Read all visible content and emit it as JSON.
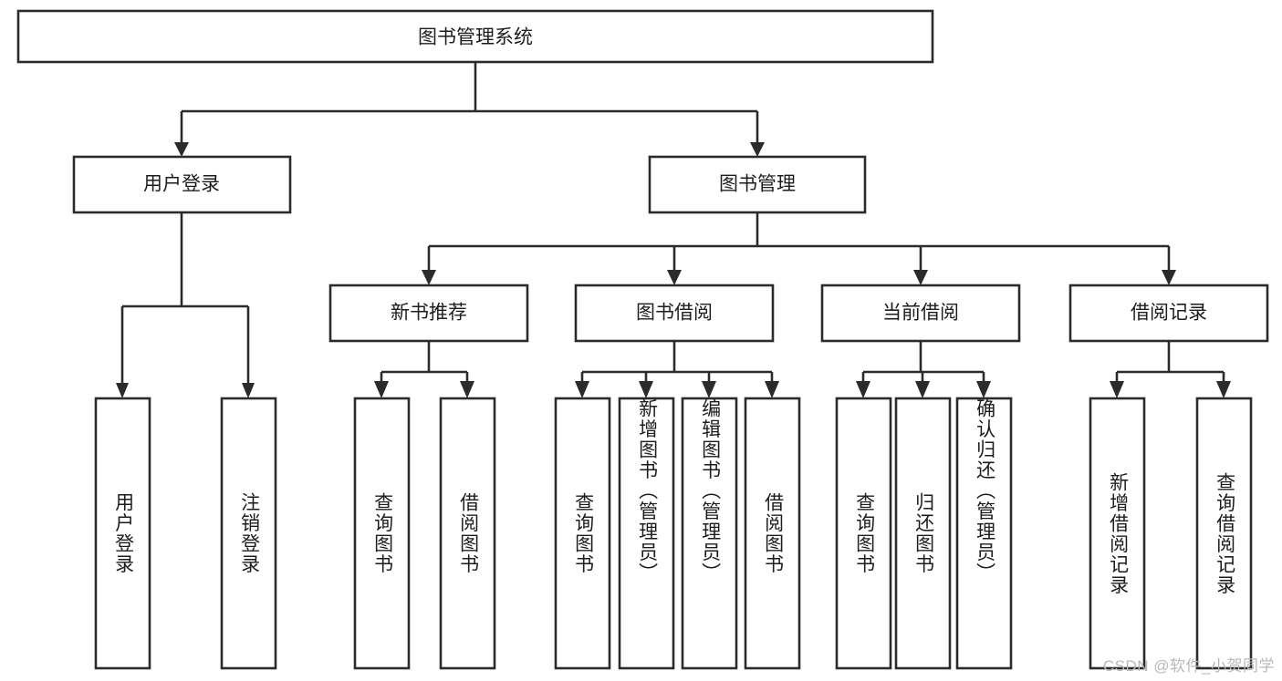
{
  "diagram": {
    "title": "图书管理系统",
    "type": "tree-hierarchy",
    "orientation": "top-down",
    "colors": {
      "box_fill": "#ffffff",
      "box_stroke": "#2b2b2b",
      "connector": "#2b2b2b",
      "text": "#1d1d1d",
      "background": "#ffffff",
      "watermark": "#b9b9b9"
    },
    "root": {
      "label": "图书管理系统"
    },
    "level2": [
      {
        "label": "用户登录"
      },
      {
        "label": "图书管理"
      }
    ],
    "level3": [
      {
        "label": "新书推荐"
      },
      {
        "label": "图书借阅"
      },
      {
        "label": "当前借阅"
      },
      {
        "label": "借阅记录"
      }
    ],
    "leaves": {
      "user_login": [
        {
          "label": "用户登录"
        },
        {
          "label": "注销登录"
        }
      ],
      "new_book_recommend": [
        {
          "label": "查询图书"
        },
        {
          "label": "借阅图书"
        }
      ],
      "book_borrow": [
        {
          "label": "查询图书"
        },
        {
          "label": "新增图书（管理员）"
        },
        {
          "label": "编辑图书（管理员）"
        },
        {
          "label": "借阅图书"
        }
      ],
      "current_borrow": [
        {
          "label": "查询图书"
        },
        {
          "label": "归还图书"
        },
        {
          "label": "确认归还（管理员）"
        }
      ],
      "borrow_record": [
        {
          "label": "新增借阅记录"
        },
        {
          "label": "查询借阅记录"
        }
      ]
    }
  },
  "watermark": {
    "text": "CSDN @软件_小贺同学"
  }
}
